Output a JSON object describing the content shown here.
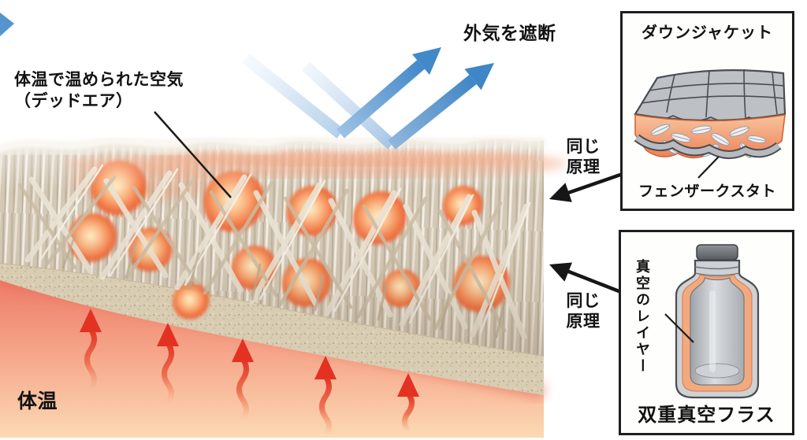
{
  "main": {
    "outside_air_label": "外気を遮断",
    "warmed_air_label": {
      "line1": "体温で温められた空気",
      "line2": "（デッドエア）"
    },
    "body_heat_label": "体温",
    "same_principle": {
      "line1": "同じ",
      "line2": "原理"
    }
  },
  "panels": {
    "down_jacket": {
      "title": "ダウンジャケット",
      "caption": "フェンザークスタト"
    },
    "vacuum_flask": {
      "vertical_label": "真空のレイヤー",
      "caption": "双重真空フラス"
    }
  },
  "colors": {
    "outside_air_blue": "#4289c9",
    "body_heat_red": "#e33122",
    "dead_air_orange": "#f0713f",
    "skin_pink": "#f09a80",
    "fiber_tan": "#d6cbb8",
    "fabric_base_sand": "#d8ccb2",
    "panel_border": "#1e1e1e"
  }
}
